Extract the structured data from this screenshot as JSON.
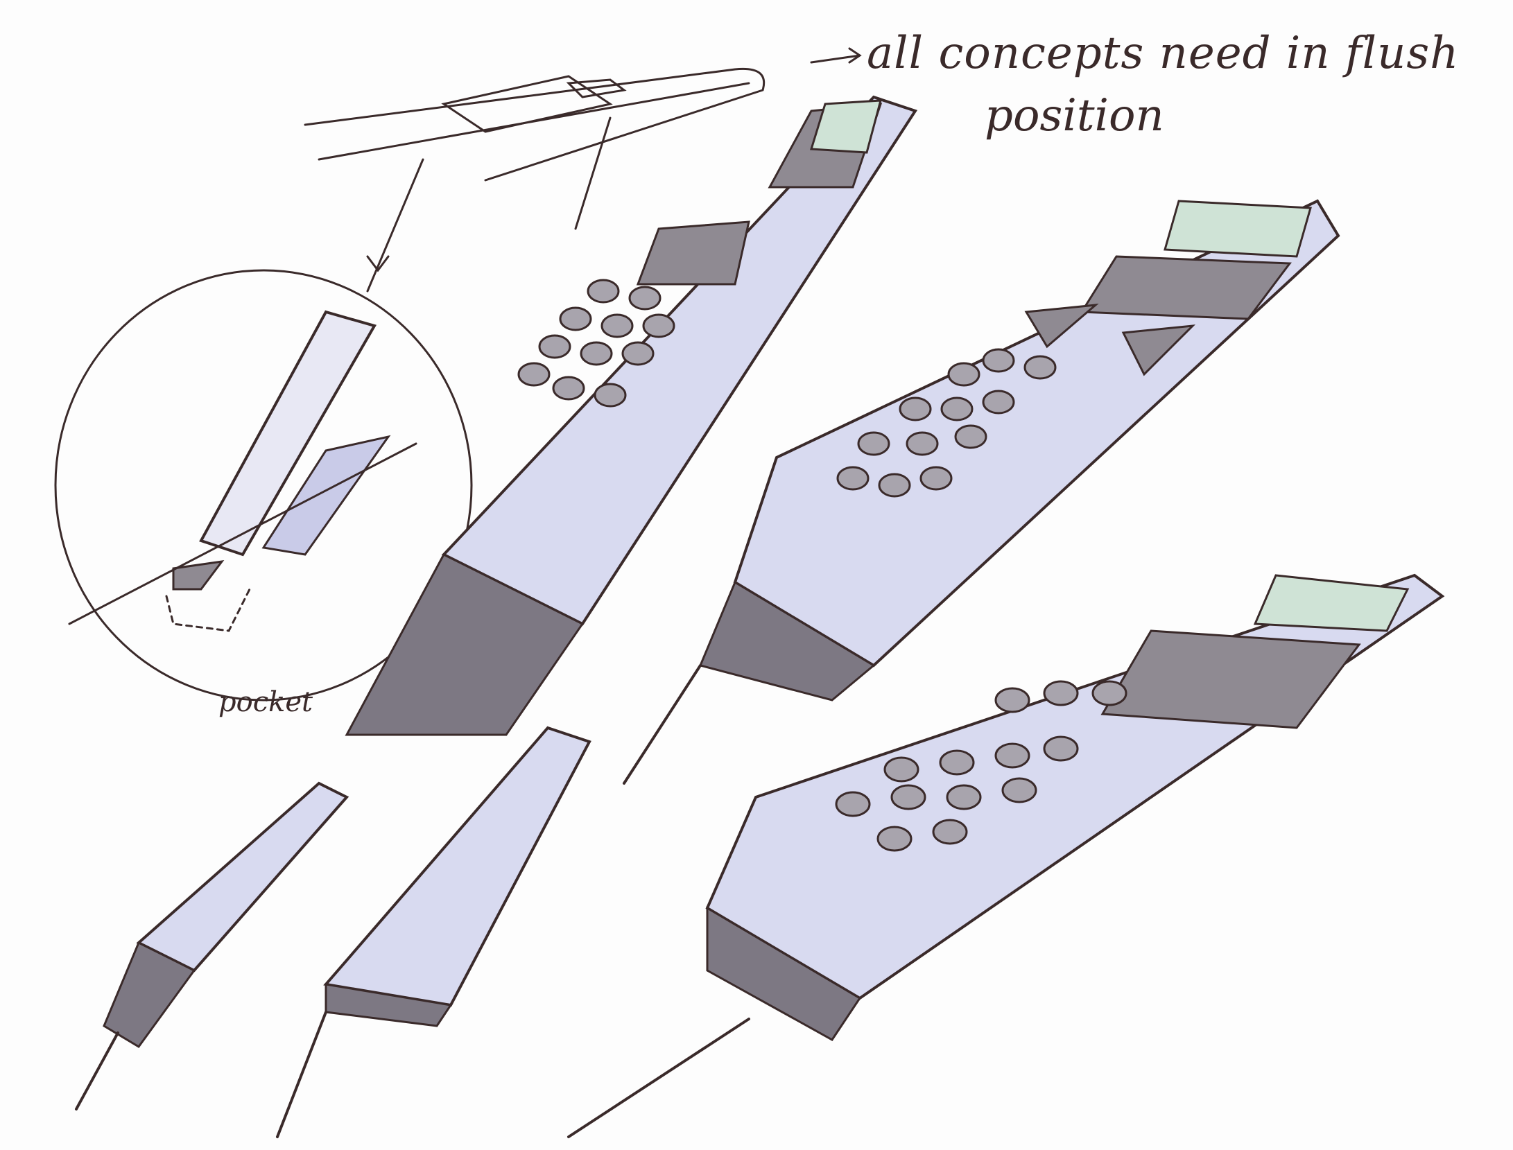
{
  "annotations": {
    "main_line1": "all concepts need in flush",
    "main_line2": "position",
    "pocket_label": "pocket"
  },
  "sketch": {
    "subject": "handheld remote controls with attached cords (concept sketches)",
    "concepts": [
      {
        "id": "remote-concept-1",
        "features": [
          "display screen",
          "d-pad",
          "numeric keypad",
          "cord"
        ]
      },
      {
        "id": "remote-concept-2",
        "features": [
          "display screen",
          "round center button",
          "two long buttons",
          "numeric keypad",
          "cord"
        ]
      },
      {
        "id": "remote-concept-3",
        "features": [
          "display screen",
          "control panel with center button",
          "numeric keypad",
          "cord"
        ]
      },
      {
        "id": "small-handle-1",
        "features": [
          "rounded grip",
          "cord"
        ]
      },
      {
        "id": "small-handle-2",
        "features": [
          "tapered grip",
          "cord"
        ]
      },
      {
        "id": "detail-circle",
        "features": [
          "handle in pocket",
          "dashed pocket outline"
        ]
      }
    ],
    "colors": {
      "ink": "#3a2a2a",
      "body_shadow": "#c9cbe8",
      "keypad_gray": "#8f8a92",
      "screen_green": "#cfe3d6",
      "paper": "#fdfdfd"
    }
  }
}
